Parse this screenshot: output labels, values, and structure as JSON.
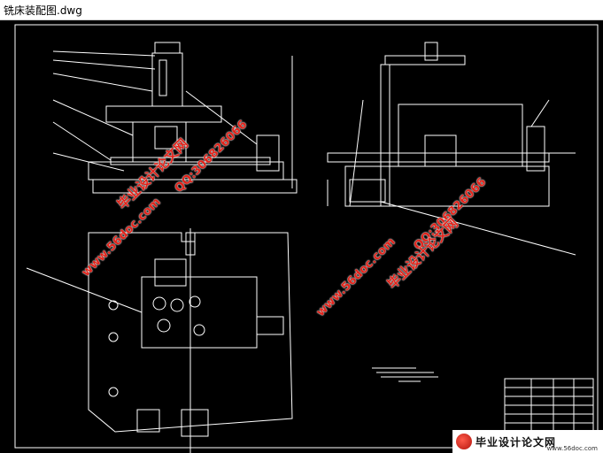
{
  "window": {
    "title": "铣床装配图.dwg"
  },
  "watermarks": {
    "site_cn": "毕业设计论文网",
    "url": "www.56doc.com",
    "qq": "QQ:306826066"
  },
  "banner": {
    "text": "毕业设计论文网",
    "url": "www.56doc.com"
  },
  "colors": {
    "background": "#000000",
    "lines": "#ffffff",
    "watermark": "#e2231a"
  },
  "icons": [
    "sixdoc-logo-icon"
  ]
}
